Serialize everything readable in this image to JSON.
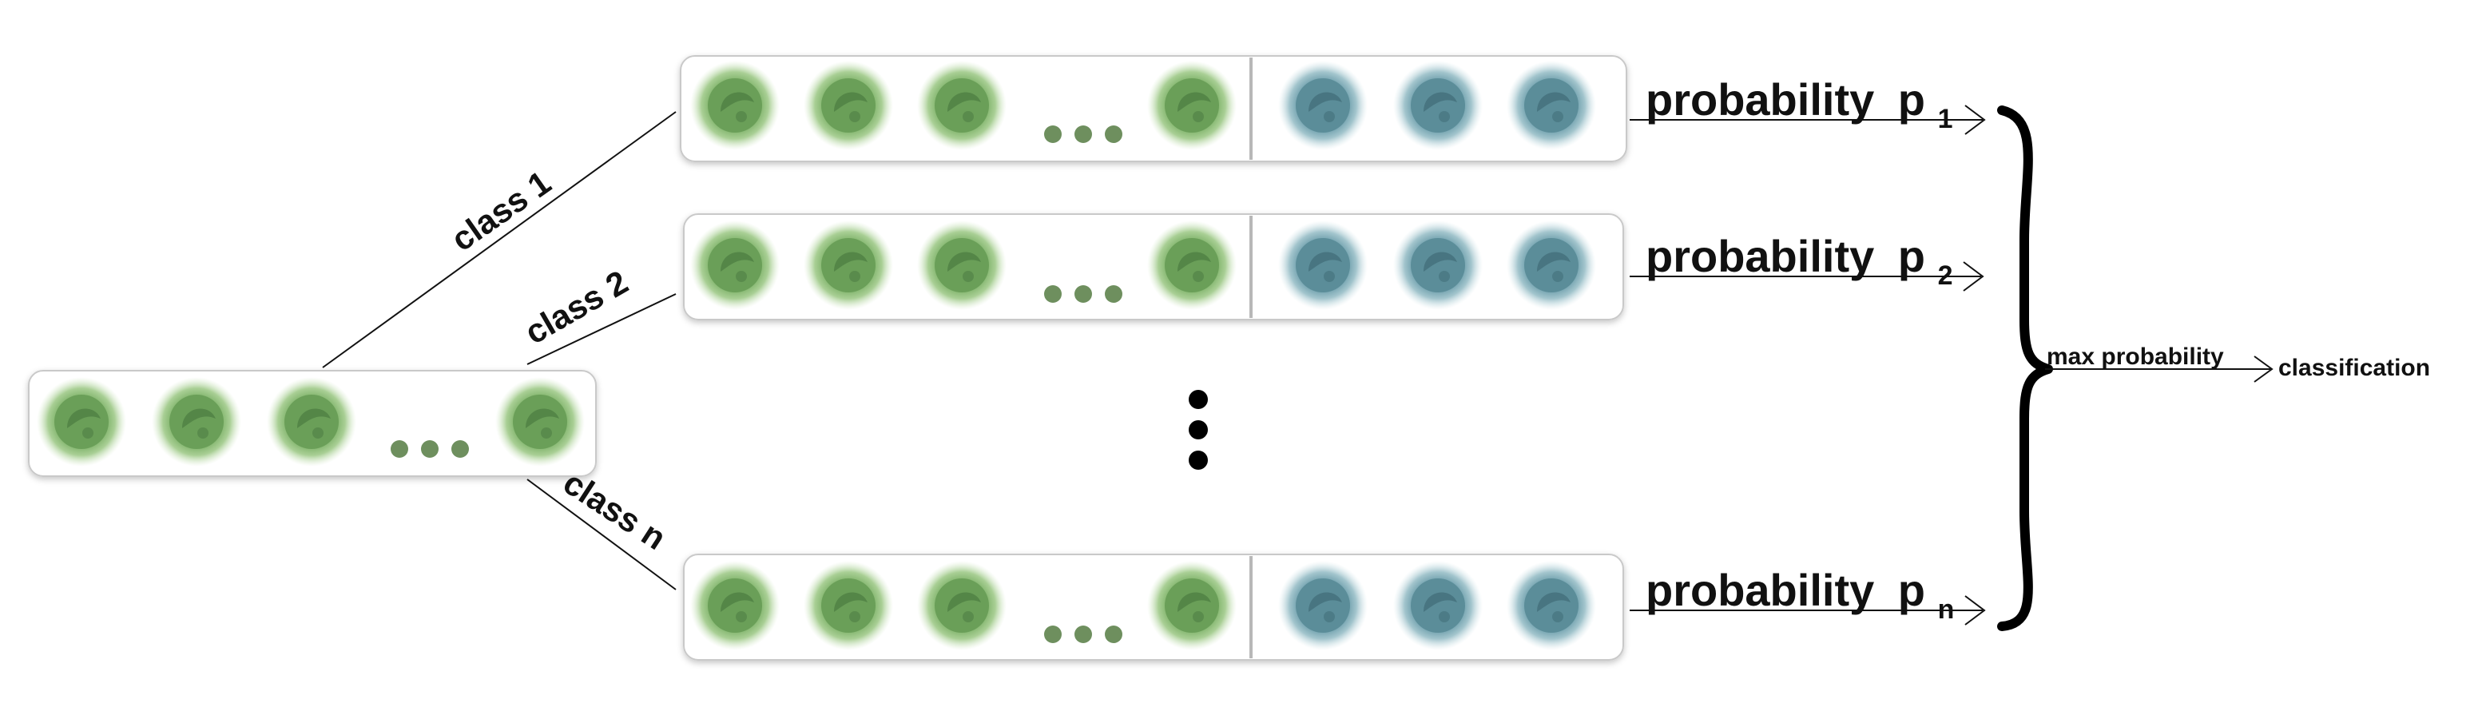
{
  "input_vector": {
    "green_units_before_ellipsis": 3,
    "green_units_after_ellipsis": 1
  },
  "class_branches": [
    {
      "class_label": "class 1",
      "prob_word": "probability",
      "prob_symbol": "p",
      "prob_subscript": "1",
      "green_units_before_ellipsis": 3,
      "green_units_after_ellipsis": 1,
      "blue_units": 3
    },
    {
      "class_label": "class 2",
      "prob_word": "probability",
      "prob_symbol": "p",
      "prob_subscript": "2",
      "green_units_before_ellipsis": 3,
      "green_units_after_ellipsis": 1,
      "blue_units": 3
    },
    {
      "class_label": "class n",
      "prob_word": "probability",
      "prob_symbol": "p",
      "prob_subscript": "n",
      "green_units_before_ellipsis": 3,
      "green_units_after_ellipsis": 1,
      "blue_units": 3
    }
  ],
  "aggregation": {
    "max_label": "max probability",
    "output_label": "classification"
  },
  "colors": {
    "green_unit": "#7fb36a",
    "green_glow": "#c4ddb3",
    "blue_unit": "#6e9fac",
    "blue_glow": "#bcd6dc",
    "ellipsis_dot": "#6e8f5e",
    "line": "#111111",
    "box_border": "#c9c9c9"
  }
}
